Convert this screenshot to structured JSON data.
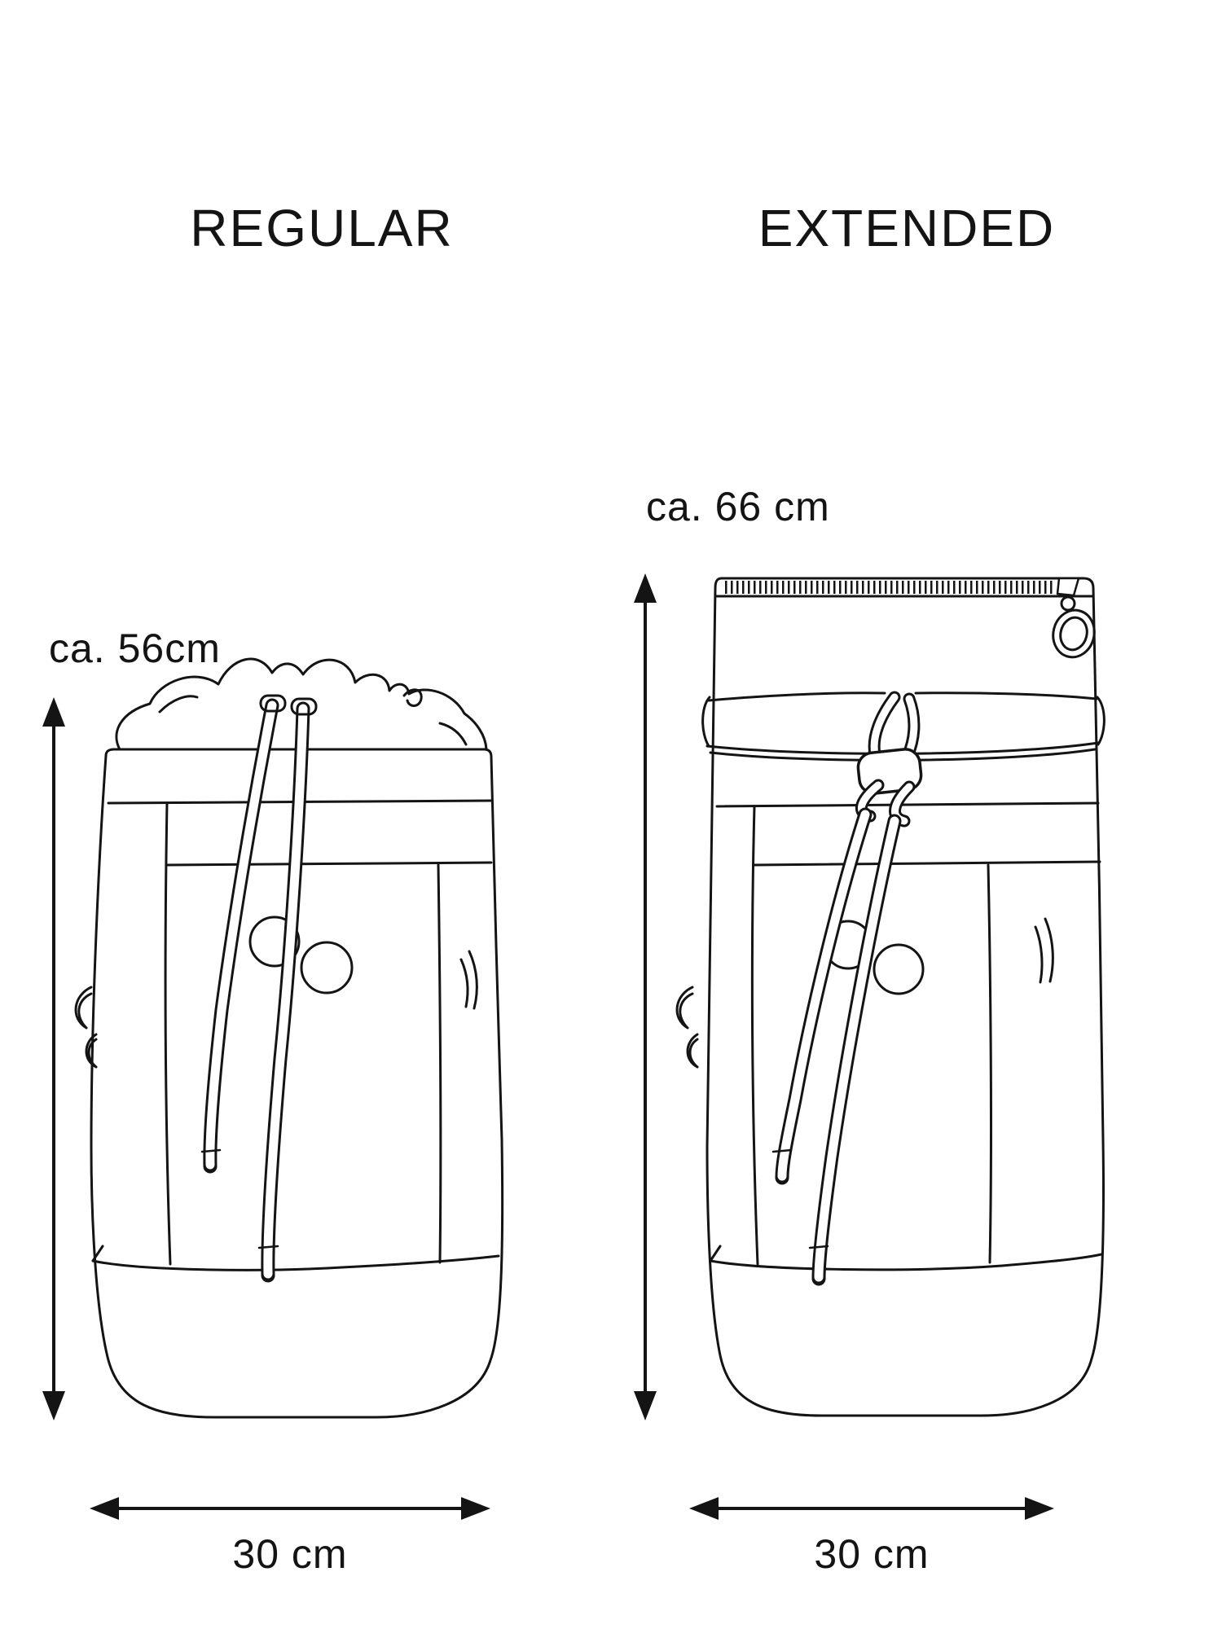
{
  "diagram": {
    "background_color": "#ffffff",
    "line_color": "#141414",
    "variants": [
      {
        "id": "regular",
        "title": "REGULAR",
        "height_label": "ca. 56cm",
        "width_label": "30 cm"
      },
      {
        "id": "extended",
        "title": "EXTENDED",
        "height_label": "ca. 66 cm",
        "width_label": "30 cm"
      }
    ]
  }
}
